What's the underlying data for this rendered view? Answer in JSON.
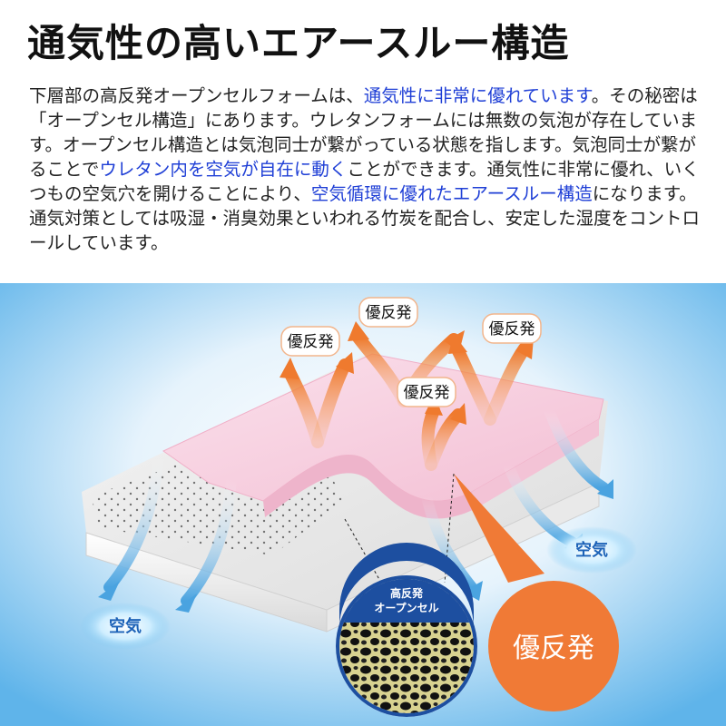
{
  "title": "通気性の高いエアースルー構造",
  "description": {
    "segments": [
      {
        "text": "下層部の高反発オープンセルフォームは、",
        "highlight": false
      },
      {
        "text": "通気性に非常に優れています",
        "highlight": true
      },
      {
        "text": "。その秘密は「オープンセル構造」にあります。ウレタンフォームには無数の気泡が存在しています。オープンセル構造とは気泡同士が繋がっている状態を指します。気泡同士が繋がることで",
        "highlight": false
      },
      {
        "text": "ウレタン内を空気が自在に動く",
        "highlight": true
      },
      {
        "text": "ことができます。通気性に非常に優れ、いくつもの空気穴を開けることにより、",
        "highlight": false
      },
      {
        "text": "空気循環に優れたエアースルー構造",
        "highlight": true
      },
      {
        "text": "になります。通気対策としては吸湿・消臭効果といわれる竹炭を配合し、安定した湿度をコントロールしています。",
        "highlight": false
      }
    ]
  },
  "illustration": {
    "bubble_labels": [
      "優反発",
      "優反発",
      "優反発",
      "優反発"
    ],
    "air_labels": [
      "空気",
      "空気"
    ],
    "magnifier_label_line1": "高反発",
    "magnifier_label_line2": "オープンセル",
    "callout_label": "優反発"
  },
  "colors": {
    "highlight": "#1f3fd6",
    "accent_orange": "#f07a36",
    "sky_blue": "#2a9be0",
    "pink_layer": "#f6cfe0"
  }
}
